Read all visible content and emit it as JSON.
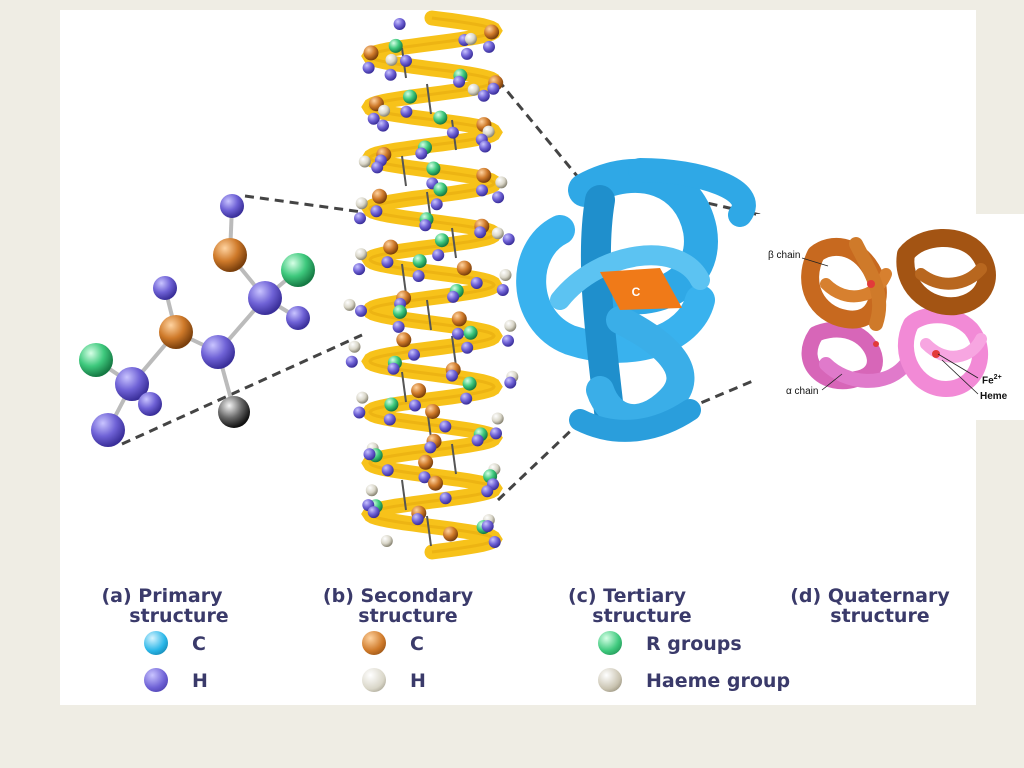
{
  "colors": {
    "background": "#efede4",
    "carbon_primary": "#29b6e8",
    "hydrogen_primary": "#6f62d6",
    "carbon_secondary": "#cf7a2a",
    "hydrogen_secondary": "#d9d6c8",
    "r_group": "#3ec97d",
    "haeme_group": "#c9c3b0",
    "helix": "#f7c21a",
    "tertiary_ribbon": "#2fa8e6",
    "beta_chain": "#c7691f",
    "alpha_chain": "#e77ad0",
    "heme_red": "#e23a3a"
  },
  "panels": {
    "primary": {
      "label_line1": "(a) Primary",
      "label_line2": "structure"
    },
    "secondary": {
      "label_line1": "(b) Secondary",
      "label_line2": "structure"
    },
    "tertiary": {
      "label_line1": "(c) Tertiary",
      "label_line2": "structure",
      "center_label": "C"
    },
    "quaternary": {
      "label_line1": "(d) Quaternary",
      "label_line2": "structure",
      "annotations": {
        "beta_chain": "β chain",
        "alpha_chain": "α chain",
        "fe": "Fe",
        "fe_charge": "2+",
        "heme": "Heme"
      }
    }
  },
  "legend": {
    "primary": [
      {
        "label": "C",
        "icon": "carbon-atom-icon"
      },
      {
        "label": "H",
        "icon": "hydrogen-atom-icon"
      }
    ],
    "secondary": [
      {
        "label": "C",
        "icon": "carbon-atom-icon"
      },
      {
        "label": "H",
        "icon": "hydrogen-atom-icon"
      }
    ],
    "tertiary": [
      {
        "label": "R groups",
        "icon": "r-group-icon"
      },
      {
        "label": "Haeme group",
        "icon": "haeme-group-icon"
      }
    ]
  }
}
